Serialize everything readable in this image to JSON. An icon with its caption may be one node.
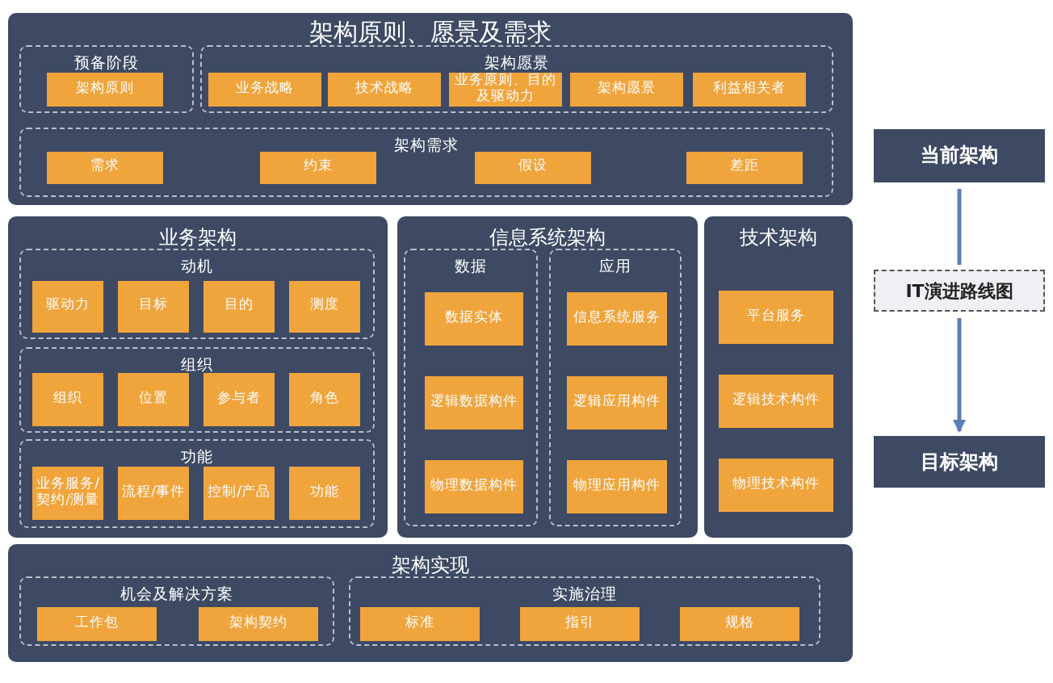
{
  "diagram": {
    "nodes": [
      {
        "text": [
          "架构原则、愿景及需求"
        ]
      },
      {
        "text": [
          "预备阶段"
        ],
        "in": 0
      },
      {
        "text": [
          "架构原则"
        ],
        "in": 1
      },
      {
        "text": [
          "架构愿景"
        ],
        "in": 0
      },
      {
        "text": [
          "业务战略"
        ],
        "in": 3
      },
      {
        "text": [
          "技术战略"
        ],
        "in": 3
      },
      {
        "text": [
          "业务原则、目的及驱动力"
        ],
        "in": 3
      },
      {
        "text": [
          "架构愿景"
        ],
        "in": 3
      },
      {
        "text": [
          "利益相关者"
        ],
        "in": 3
      },
      {
        "text": [
          "架构需求"
        ],
        "in": 0
      },
      {
        "text": [
          "需求"
        ],
        "in": 9
      },
      {
        "text": [
          "约束"
        ],
        "in": 9
      },
      {
        "text": [
          "假设"
        ],
        "in": 9
      },
      {
        "text": [
          "差距"
        ],
        "in": 9
      },
      {
        "text": [
          "业务架构"
        ]
      },
      {
        "text": [
          "动机"
        ],
        "in": 14
      },
      {
        "text": [
          "驱动力"
        ],
        "in": 15
      },
      {
        "text": [
          "目标"
        ],
        "in": 15
      },
      {
        "text": [
          "目的"
        ],
        "in": 15
      },
      {
        "text": [
          "测度"
        ],
        "in": 15
      },
      {
        "text": [
          "组织"
        ],
        "in": 14
      },
      {
        "text": [
          "组织"
        ],
        "in": 20
      },
      {
        "text": [
          "位置"
        ],
        "in": 20
      },
      {
        "text": [
          "参与者"
        ],
        "in": 20
      },
      {
        "text": [
          "角色"
        ],
        "in": 20
      },
      {
        "text": [
          "功能"
        ],
        "in": 14
      },
      {
        "text": [
          "业务服务/契约/测量"
        ],
        "in": 25
      },
      {
        "text": [
          "流程/事件"
        ],
        "in": 25
      },
      {
        "text": [
          "控制/产品"
        ],
        "in": 25
      },
      {
        "text": [
          "功能"
        ],
        "in": 25
      },
      {
        "text": [
          "信息系统架构"
        ]
      },
      {
        "text": [
          "数据"
        ],
        "in": 30
      },
      {
        "text": [
          "数据实体"
        ],
        "in": 31
      },
      {
        "text": [
          "逻辑数据构件"
        ],
        "in": 31
      },
      {
        "text": [
          "物理数据构件"
        ],
        "in": 31
      },
      {
        "text": [
          "应用"
        ],
        "in": 30
      },
      {
        "text": [
          "信息系统服务"
        ],
        "in": 35
      },
      {
        "text": [
          "逻辑应用构件"
        ],
        "in": 35
      },
      {
        "text": [
          "物理应用构件"
        ],
        "in": 35
      },
      {
        "text": [
          "技术架构"
        ]
      },
      {
        "text": [
          "平台服务"
        ],
        "in": 39
      },
      {
        "text": [
          "逻辑技术构件"
        ],
        "in": 39
      },
      {
        "text": [
          "物理技术构件"
        ],
        "in": 39
      },
      {
        "text": [
          "架构实现"
        ]
      },
      {
        "text": [
          "机会及解决方案"
        ],
        "in": 43
      },
      {
        "text": [
          "工作包"
        ],
        "in": 44
      },
      {
        "text": [
          "架构契约"
        ],
        "in": 44
      },
      {
        "text": [
          "实施治理"
        ],
        "in": 43
      },
      {
        "text": [
          "标准"
        ],
        "in": 47
      },
      {
        "text": [
          "指引"
        ],
        "in": 47
      },
      {
        "text": [
          "规格"
        ],
        "in": 47
      },
      {
        "text": [
          "当前架构"
        ]
      },
      {
        "text": [
          "IT演进路线图"
        ]
      },
      {
        "text": [
          "目标架构"
        ]
      }
    ],
    "edges": [
      {
        "from": 51,
        "to": 52,
        "arrow": "none"
      },
      {
        "from": 52,
        "to": 53,
        "arrow": "to"
      }
    ]
  }
}
